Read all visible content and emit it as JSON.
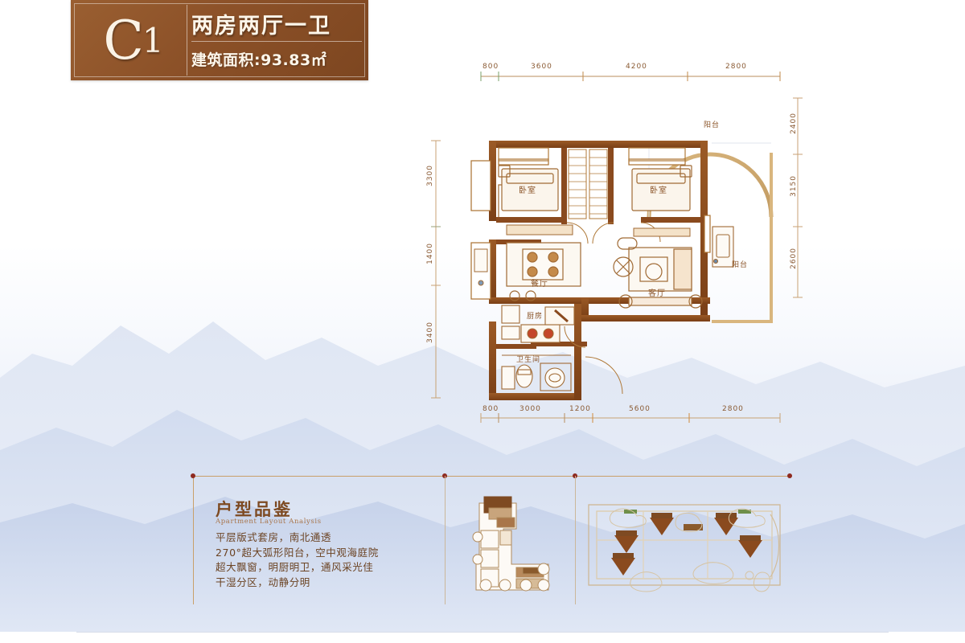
{
  "header": {
    "unit_code": "C",
    "unit_code_sub": "1",
    "room_type": "两房两厅一卫",
    "area_label": "建筑面积:93.83㎡"
  },
  "floorplan": {
    "dimensions_top": [
      "800",
      "3600",
      "4200",
      "2800"
    ],
    "dimensions_bottom": [
      "800",
      "3000",
      "1200",
      "5600",
      "2800"
    ],
    "dimensions_left": [
      "3300",
      "1400",
      "3400"
    ],
    "dimensions_right": [
      "2400",
      "3150",
      "2600"
    ],
    "rooms": [
      {
        "name": "卧室",
        "key": "bedroom-left"
      },
      {
        "name": "卧室",
        "key": "bedroom-right"
      },
      {
        "name": "餐厅",
        "key": "dining-room"
      },
      {
        "name": "客厅",
        "key": "living-room"
      },
      {
        "name": "厨房",
        "key": "kitchen"
      },
      {
        "name": "卫生间",
        "key": "bathroom"
      },
      {
        "name": "阳台",
        "key": "balcony-top"
      },
      {
        "name": "阳台",
        "key": "balcony-right"
      }
    ]
  },
  "analysis": {
    "title": "户型品鉴",
    "title_en": "Apartment Layout Analysis",
    "lines": [
      "平层版式套房，南北通透",
      "270°超大弧形阳台，空中观海庭院",
      "超大飘窗，明厨明卫，通风采光佳",
      "干湿分区，动静分明"
    ]
  },
  "colors": {
    "banner_brown": "#8c5128",
    "wall_brown": "#8a4a1e",
    "accent_gold": "#c9a06a",
    "dim_text": "#8a5a33",
    "body_text": "#6b4323",
    "sky_blue": "#e6ecf7"
  }
}
